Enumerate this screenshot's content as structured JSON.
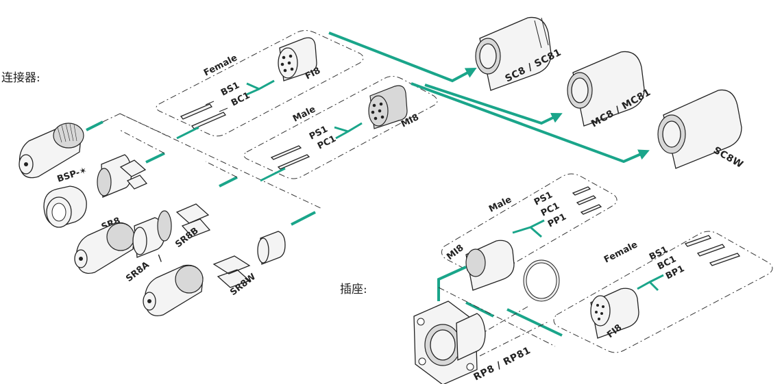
{
  "sections": {
    "connector_label": "连接器:",
    "socket_label": "插座:"
  },
  "connector_parts": {
    "female_group_title": "Female",
    "female_contacts": [
      "BS1",
      "BC1"
    ],
    "female_insert": "FI8",
    "male_group_title": "Male",
    "male_contacts": [
      "PS1",
      "PC1"
    ],
    "male_insert": "MI8",
    "backshell": "BSP-✶",
    "shell": "SR8",
    "shell_variant_a": "SR8A",
    "shell_variant_b": "SR8B",
    "shell_variant_w": "SR8W",
    "assembly_1": "SC8 / SC81",
    "assembly_2": "MC8 / MC81",
    "assembly_3": "SC8W"
  },
  "socket_parts": {
    "male_group_title": "Male",
    "male_contacts": [
      "PS1",
      "PC1",
      "PP1"
    ],
    "male_insert": "MI8",
    "female_group_title": "Female",
    "female_contacts": [
      "BS1",
      "BC1",
      "BP1"
    ],
    "female_insert": "FI8",
    "receptacle": "RP8 / RP81"
  },
  "colors": {
    "accent": "#1aa58a",
    "line": "#222222"
  }
}
